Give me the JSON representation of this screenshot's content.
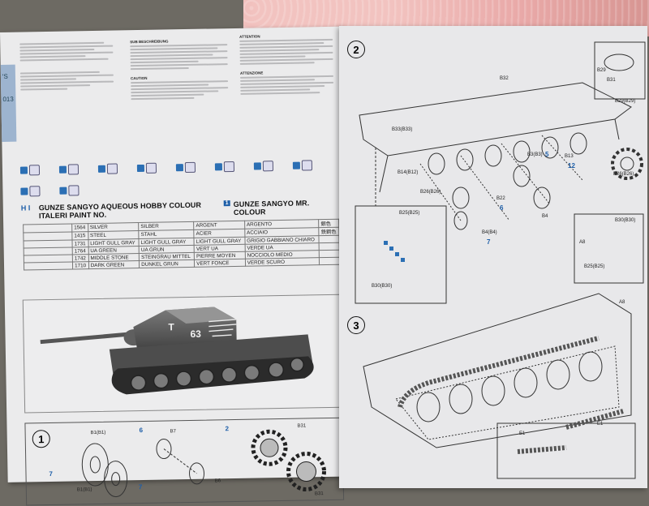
{
  "left_page": {
    "strip_text": [
      "'S",
      "013"
    ],
    "header_letters": [
      "H",
      "I"
    ],
    "heading_hobby": "GUNZE SANGYO AQUEOUS HOBBY COLOUR",
    "heading_italeri": "ITALERI PAINT NO.",
    "heading_mr": "GUNZE SANGYO MR. COLOUR",
    "mr_icon": "1",
    "paint_table": [
      {
        "jp": "",
        "code": "1564",
        "en": "SILVER",
        "de": "SILBER",
        "fr": "ARGENT",
        "it": "ARGENTO",
        "jp2": "銀色"
      },
      {
        "jp": "",
        "code": "1415",
        "en": "STEEL",
        "de": "STAHL",
        "fr": "ACIER",
        "it": "ACCIAIO",
        "jp2": "鉄鋼色"
      },
      {
        "jp": "",
        "code": "1731",
        "en": "LIGHT GULL GRAY",
        "de": "LIGHT GULL GRAY",
        "fr": "LIGHT GULL GRAY",
        "it": "GRIGIO GABBIANO CHIARO",
        "jp2": ""
      },
      {
        "jp": "",
        "code": "1764",
        "en": "UA GREEN",
        "de": "UA GRUN",
        "fr": "VERT UA",
        "it": "VERDE UA",
        "jp2": ""
      },
      {
        "jp": "",
        "code": "1742",
        "en": "MIDDLE STONE",
        "de": "STEINGRAU MITTEL",
        "fr": "PIERRE MOYEN",
        "it": "NOCCIOLO MEDIO",
        "jp2": ""
      },
      {
        "jp": "",
        "code": "1710",
        "en": "DARK GREEN",
        "de": "DUNKEL GRUN",
        "fr": "VERT FONCE",
        "it": "VERDE SCURO",
        "jp2": ""
      }
    ],
    "tank_marking": "63",
    "step1": {
      "number": "1",
      "labels": [
        "B1(B1)",
        "B7",
        "B6",
        "B1(B1)",
        "B31",
        "B31"
      ],
      "tags": [
        "7",
        "6",
        "7",
        "2"
      ]
    },
    "text_headings": [
      "SUB BESCHREIBUNG",
      "CAUTION",
      "ATTENTION",
      "ATTENZIONE"
    ]
  },
  "right_page": {
    "step2": {
      "number": "2",
      "labels": [
        "B32",
        "B29",
        "B31",
        "B29(B29)",
        "B33(B33)",
        "B3(B3)",
        "B13",
        "B26(B26)",
        "B14(B12)",
        "B26(B26)",
        "B22",
        "B4",
        "B4(B4)",
        "B25(B25)",
        "B30(B30)",
        "B30(B30)",
        "A8",
        "B25(B25)"
      ],
      "tags": [
        "5",
        "12",
        "6",
        "7"
      ]
    },
    "step3": {
      "number": "3",
      "labels": [
        "A8",
        "E1",
        "E1"
      ]
    }
  },
  "colors": {
    "accent_blue": "#1d5ea8",
    "paper": "#ebebec",
    "towel": "#e9a9a8"
  }
}
